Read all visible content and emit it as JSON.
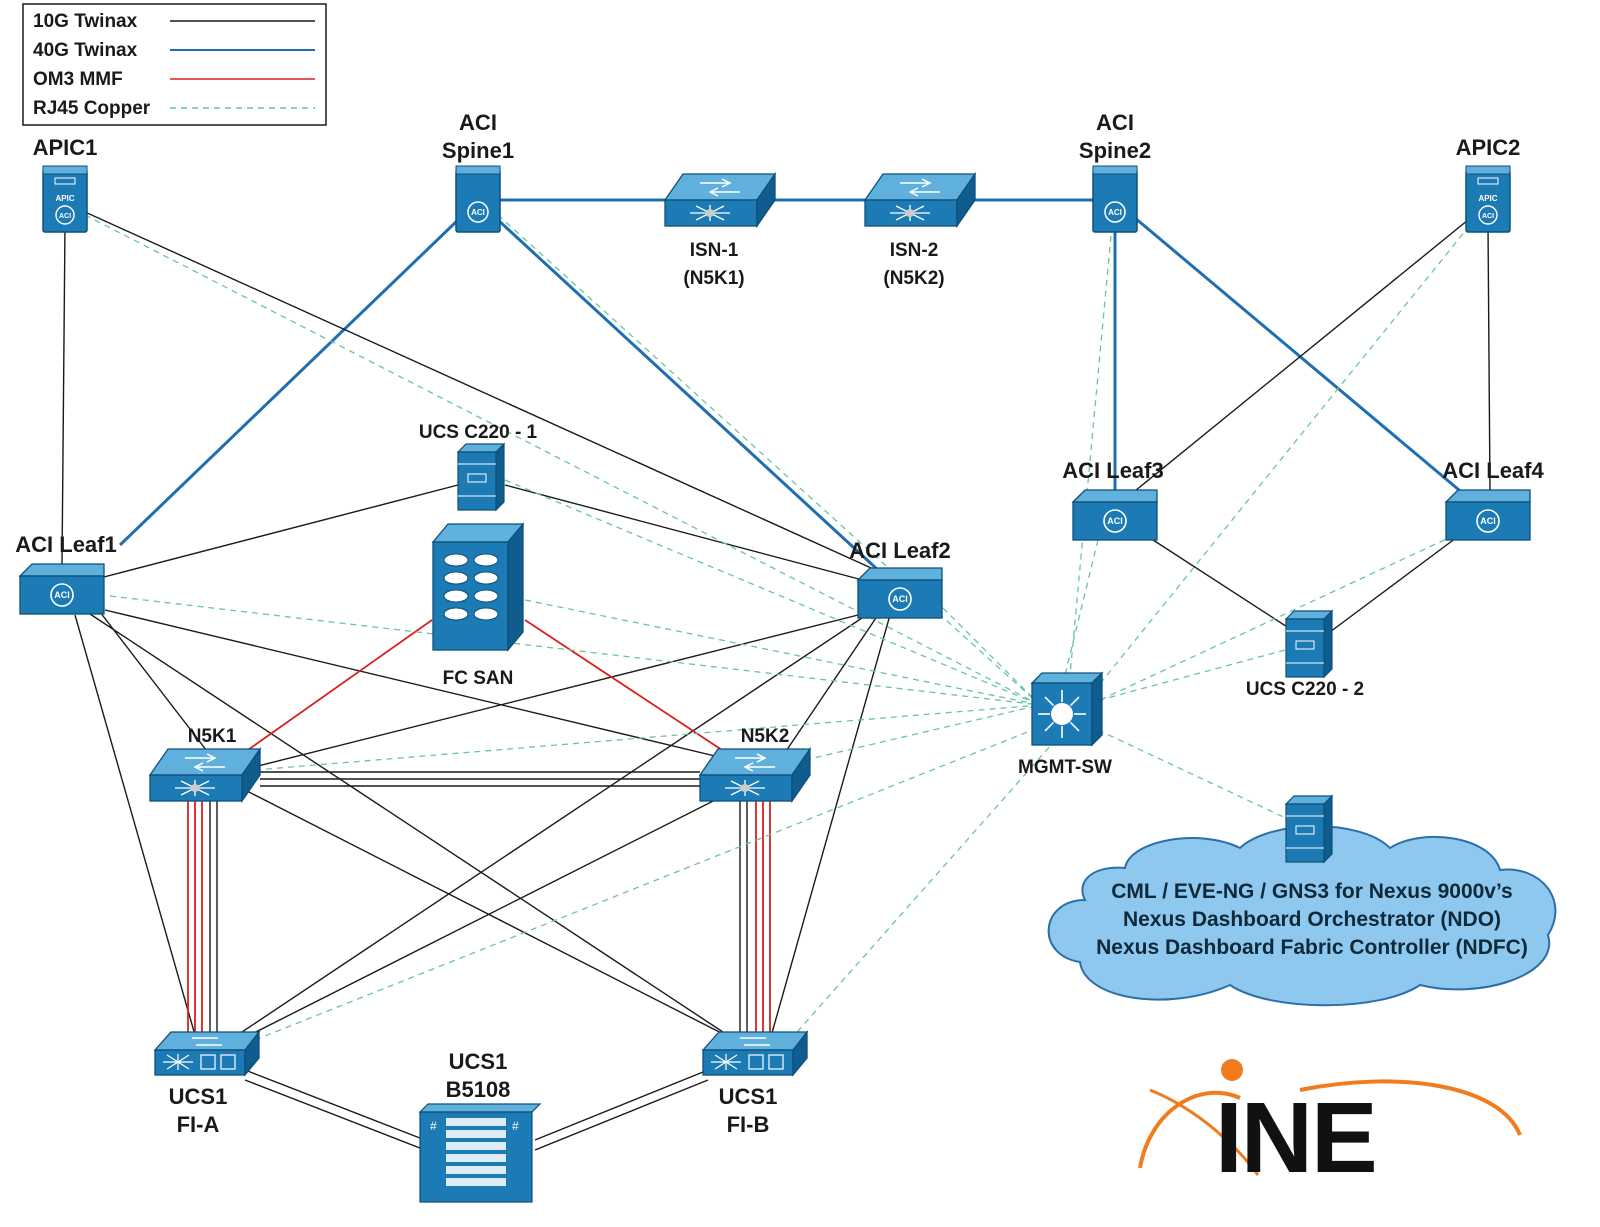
{
  "legend": [
    {
      "label": "10G Twinax",
      "style": "twinax10"
    },
    {
      "label": "40G Twinax",
      "style": "twinax40"
    },
    {
      "label": "OM3 MMF",
      "style": "mmf"
    },
    {
      "label": "RJ45 Copper",
      "style": "copper"
    }
  ],
  "colors": {
    "twinax10": "#1a1a1a",
    "twinax40": "#1f6fb0",
    "mmf": "#d8201f",
    "copper": "#6cc3a0",
    "device": "#1c7bb5",
    "cloud": "#8fc8ee",
    "brand": "#f07c1e"
  },
  "nodes": {
    "apic1": {
      "label": "APIC1",
      "icon": "apic-server-icon"
    },
    "spine1": {
      "label": "ACI\nSpine1",
      "icon": "aci-switch-icon"
    },
    "isn1": {
      "label": "ISN-1\n(N5K1)",
      "icon": "nexus-switch-icon"
    },
    "isn2": {
      "label": "ISN-2\n(N5K2)",
      "icon": "nexus-switch-icon"
    },
    "spine2": {
      "label": "ACI\nSpine2",
      "icon": "aci-switch-icon"
    },
    "apic2": {
      "label": "APIC2",
      "icon": "apic-server-icon"
    },
    "ucs220_1": {
      "label": "UCS C220 - 1",
      "icon": "rack-server-icon"
    },
    "leaf1": {
      "label": "ACI Leaf1",
      "icon": "aci-leaf-icon"
    },
    "leaf2": {
      "label": "ACI Leaf2",
      "icon": "aci-leaf-icon"
    },
    "leaf3": {
      "label": "ACI Leaf3",
      "icon": "aci-leaf-icon"
    },
    "leaf4": {
      "label": "ACI Leaf4",
      "icon": "aci-leaf-icon"
    },
    "fcsan": {
      "label": "FC SAN",
      "icon": "storage-array-icon"
    },
    "ucs220_2": {
      "label": "UCS C220 - 2",
      "icon": "rack-server-icon"
    },
    "mgmt": {
      "label": "MGMT-SW",
      "icon": "layer3-switch-icon"
    },
    "n5k1": {
      "label": "N5K1",
      "icon": "nexus-switch-icon"
    },
    "n5k2": {
      "label": "N5K2",
      "icon": "nexus-switch-icon"
    },
    "fia": {
      "label": "UCS1\nFI-A",
      "icon": "fabric-interconnect-icon"
    },
    "fib": {
      "label": "UCS1\nFI-B",
      "icon": "fabric-interconnect-icon"
    },
    "b5108": {
      "label": "UCS1\nB5108",
      "icon": "blade-chassis-icon"
    },
    "virtual_server": {
      "label": "",
      "icon": "rack-server-icon"
    }
  },
  "cloud": {
    "lines": [
      "CML / EVE-NG / GNS3 for Nexus 9000v’s",
      "Nexus Dashboard Orchestrator (NDO)",
      "Nexus Dashboard Fabric Controller (NDFC)"
    ]
  },
  "logo": {
    "text": "INE"
  }
}
